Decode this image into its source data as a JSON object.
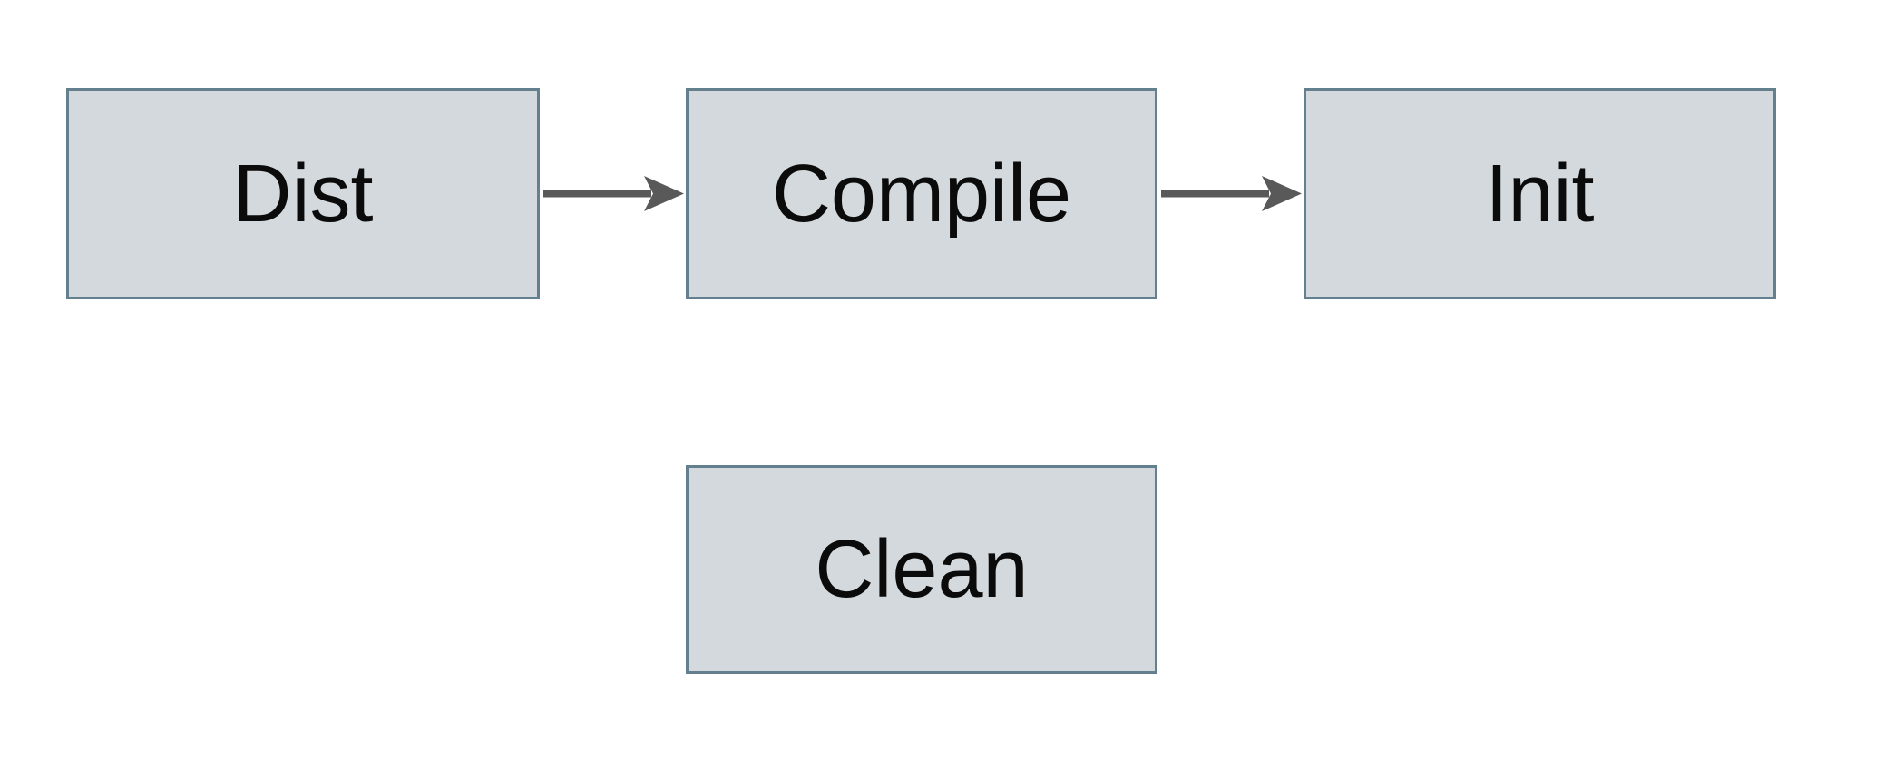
{
  "diagram": {
    "type": "flowchart",
    "background": "#ffffff",
    "colors": {
      "node_fill": "#d3d9dc",
      "node_border": "#64808e",
      "arrow": "#595959",
      "text": "#0b0b0b"
    },
    "nodes": [
      {
        "id": "dist",
        "label": "Dist"
      },
      {
        "id": "compile",
        "label": "Compile"
      },
      {
        "id": "init",
        "label": "Init"
      },
      {
        "id": "clean",
        "label": "Clean"
      }
    ],
    "edges": [
      {
        "from": "dist",
        "to": "compile",
        "style": "arrow-right"
      },
      {
        "from": "compile",
        "to": "init",
        "style": "arrow-right"
      }
    ]
  }
}
